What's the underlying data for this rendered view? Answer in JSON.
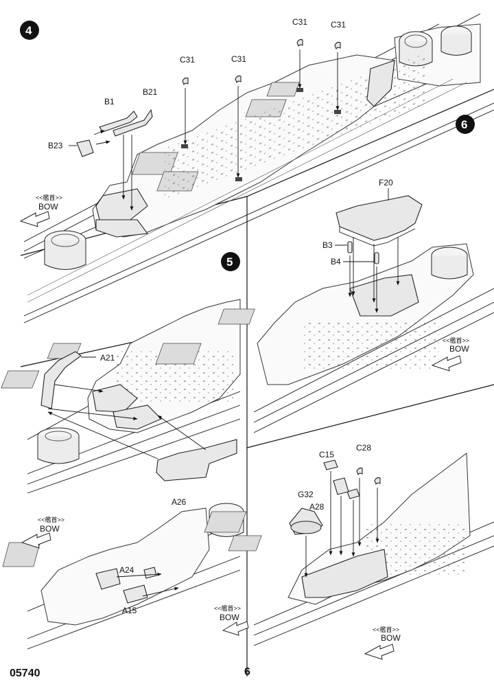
{
  "steps": {
    "s4": "4",
    "s5": "5",
    "s6": "6"
  },
  "step4": {
    "c31_a": "C31",
    "c31_b": "C31",
    "c31_c": "C31",
    "c31_d": "C31",
    "b1": "B1",
    "b21": "B21",
    "b23": "B23",
    "bow_cn": "<<艦首>>",
    "bow": "BOW"
  },
  "step5": {
    "a21": "A21",
    "a26": "A26",
    "bow_cn": "<<艦首>>",
    "bow": "BOW",
    "a24": "A24",
    "a15": "A15",
    "bow_cn2": "<<艦首>>",
    "bow2": "BOW"
  },
  "step6": {
    "f20": "F20",
    "b3": "B3",
    "b4": "B4",
    "bow_cn": "<<艦首>>",
    "bow": "BOW",
    "c15": "C15",
    "c28": "C28",
    "g32": "G32",
    "a28": "A28",
    "bow_cn2": "<<艦首>>",
    "bow2": "BOW"
  },
  "footer": {
    "code": "05740",
    "page": "6"
  },
  "colors": {
    "line": "#111111",
    "paper": "#ffffff"
  }
}
